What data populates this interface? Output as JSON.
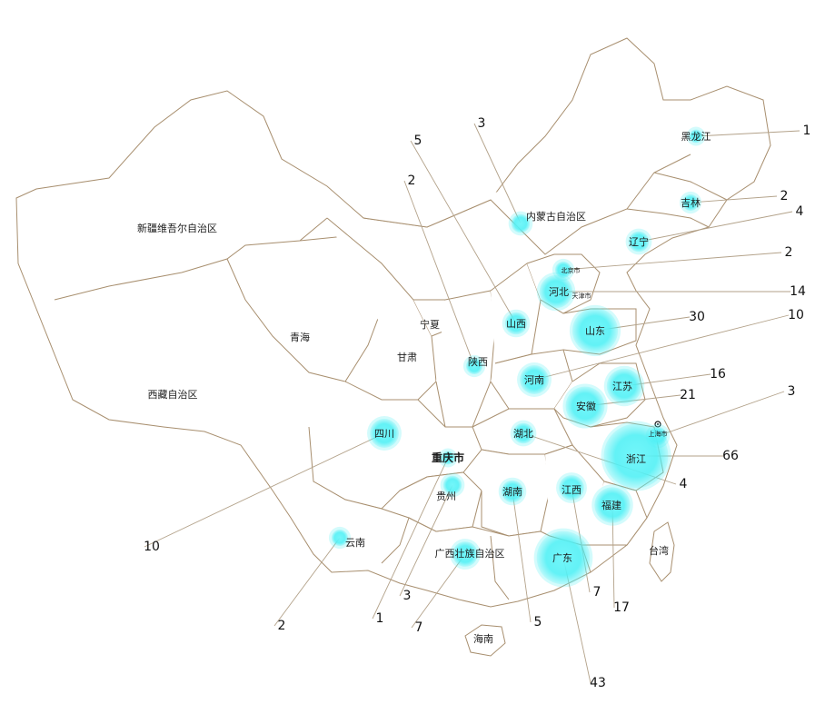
{
  "colors": {
    "bubble": "#4ff0f5",
    "border": "#a88f6f",
    "leader": "#b3a28a"
  },
  "labels": [
    {
      "id": "xinjiang",
      "name": "新疆维吾尔自治区"
    },
    {
      "id": "xizang",
      "name": "西藏自治区"
    },
    {
      "id": "qinghai",
      "name": "青海"
    },
    {
      "id": "gansu",
      "name": "甘肃"
    },
    {
      "id": "ningxia",
      "name": "宁夏"
    },
    {
      "id": "shaanxi",
      "name": "陕西"
    },
    {
      "id": "shanxi",
      "name": "山西"
    },
    {
      "id": "neimenggu",
      "name": "内蒙古自治区"
    },
    {
      "id": "heilongjiang",
      "name": "黑龙江"
    },
    {
      "id": "jilin",
      "name": "吉林"
    },
    {
      "id": "liaoning",
      "name": "辽宁"
    },
    {
      "id": "beijing",
      "name": "北京市"
    },
    {
      "id": "tianjin",
      "name": "天津市"
    },
    {
      "id": "hebei",
      "name": "河北"
    },
    {
      "id": "shandong",
      "name": "山东"
    },
    {
      "id": "henan",
      "name": "河南"
    },
    {
      "id": "jiangsu",
      "name": "江苏"
    },
    {
      "id": "anhui",
      "name": "安徽"
    },
    {
      "id": "shanghai",
      "name": "上海市"
    },
    {
      "id": "zhejiang",
      "name": "浙江"
    },
    {
      "id": "hubei",
      "name": "湖北"
    },
    {
      "id": "sichuan",
      "name": "四川"
    },
    {
      "id": "chongqing",
      "name": "重庆市"
    },
    {
      "id": "guizhou",
      "name": "贵州"
    },
    {
      "id": "hunan",
      "name": "湖南"
    },
    {
      "id": "jiangxi",
      "name": "江西"
    },
    {
      "id": "fujian",
      "name": "福建"
    },
    {
      "id": "yunnan",
      "name": "云南"
    },
    {
      "id": "guangxi",
      "name": "广西壮族自治区"
    },
    {
      "id": "guangdong",
      "name": "广东"
    },
    {
      "id": "taiwan",
      "name": "台湾"
    },
    {
      "id": "hainan",
      "name": "海南"
    }
  ],
  "values": [
    {
      "id": "heilongjiang",
      "value": 1
    },
    {
      "id": "jilin",
      "value": 2
    },
    {
      "id": "liaoning",
      "value": 4
    },
    {
      "id": "beijing",
      "value": 2
    },
    {
      "id": "hebei",
      "value": 14
    },
    {
      "id": "shandong",
      "value": 30
    },
    {
      "id": "henan",
      "value": 10
    },
    {
      "id": "jiangsu",
      "value": 16
    },
    {
      "id": "anhui",
      "value": 21
    },
    {
      "id": "shanghai",
      "value": 3
    },
    {
      "id": "zhejiang",
      "value": 66
    },
    {
      "id": "hubei",
      "value": 4
    },
    {
      "id": "neimenggu",
      "value": 3
    },
    {
      "id": "shanxi",
      "value": 5
    },
    {
      "id": "shaanxi",
      "value": 2
    },
    {
      "id": "sichuan",
      "value": 10
    },
    {
      "id": "yunnan",
      "value": 2
    },
    {
      "id": "chongqing",
      "value": 1
    },
    {
      "id": "guizhou",
      "value": 3
    },
    {
      "id": "guangxi",
      "value": 7
    },
    {
      "id": "hunan",
      "value": 5
    },
    {
      "id": "guangdong",
      "value": 43
    },
    {
      "id": "jiangxi",
      "value": 7
    },
    {
      "id": "fujian",
      "value": 17
    }
  ]
}
